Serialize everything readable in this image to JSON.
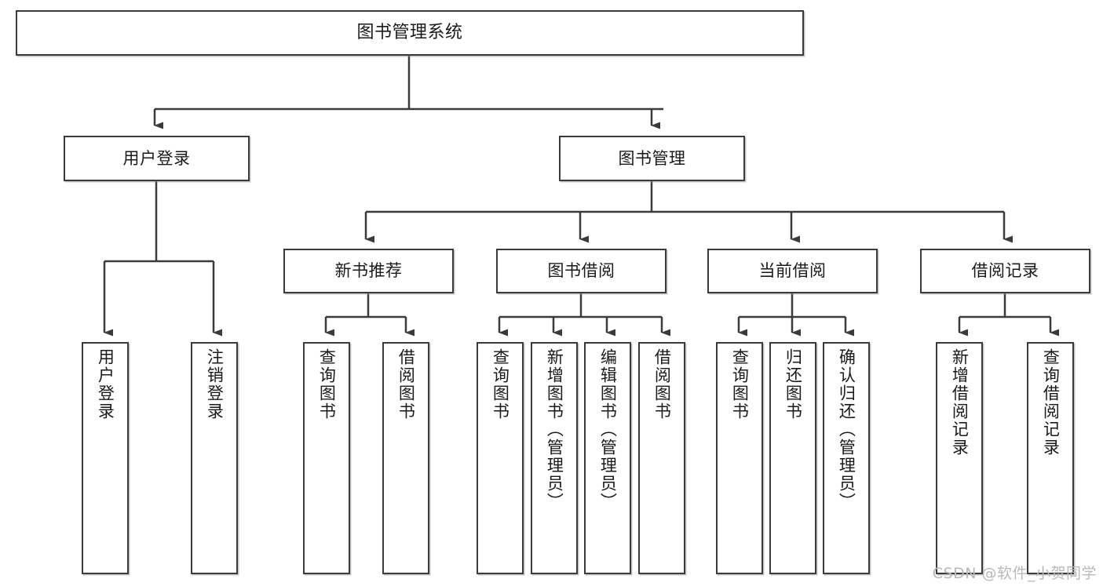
{
  "diagram": {
    "title": "图书管理系统",
    "type": "hierarchy-tree",
    "orientation": "top-down",
    "levels": 4,
    "colors": {
      "background": "#ffffff",
      "node_fill": "#ffffff",
      "node_border": "#3b3b3b",
      "edge": "#3b3b3b",
      "text": "#1a1a1a",
      "watermark": "#b9b9b9"
    }
  },
  "root": {
    "label": "图书管理系统"
  },
  "level2": [
    {
      "label": "用户登录"
    },
    {
      "label": "图书管理"
    }
  ],
  "level3": [
    {
      "label": "新书推荐"
    },
    {
      "label": "图书借阅"
    },
    {
      "label": "当前借阅"
    },
    {
      "label": "借阅记录"
    }
  ],
  "leaves": {
    "user_login": [
      {
        "label": "用户登录"
      },
      {
        "label": "注销登录"
      }
    ],
    "new_book_recommend": [
      {
        "label": "查询图书"
      },
      {
        "label": "借阅图书"
      }
    ],
    "book_borrow": [
      {
        "label": "查询图书"
      },
      {
        "label": "新增图书（管理员）"
      },
      {
        "label": "编辑图书（管理员）"
      },
      {
        "label": "借阅图书"
      }
    ],
    "current_borrow": [
      {
        "label": "查询图书"
      },
      {
        "label": "归还图书"
      },
      {
        "label": "确认归还（管理员）"
      }
    ],
    "borrow_record": [
      {
        "label": "新增借阅记录"
      },
      {
        "label": "查询借阅记录"
      }
    ]
  },
  "watermark": {
    "text": "CSDN @软件_小贺同学"
  }
}
